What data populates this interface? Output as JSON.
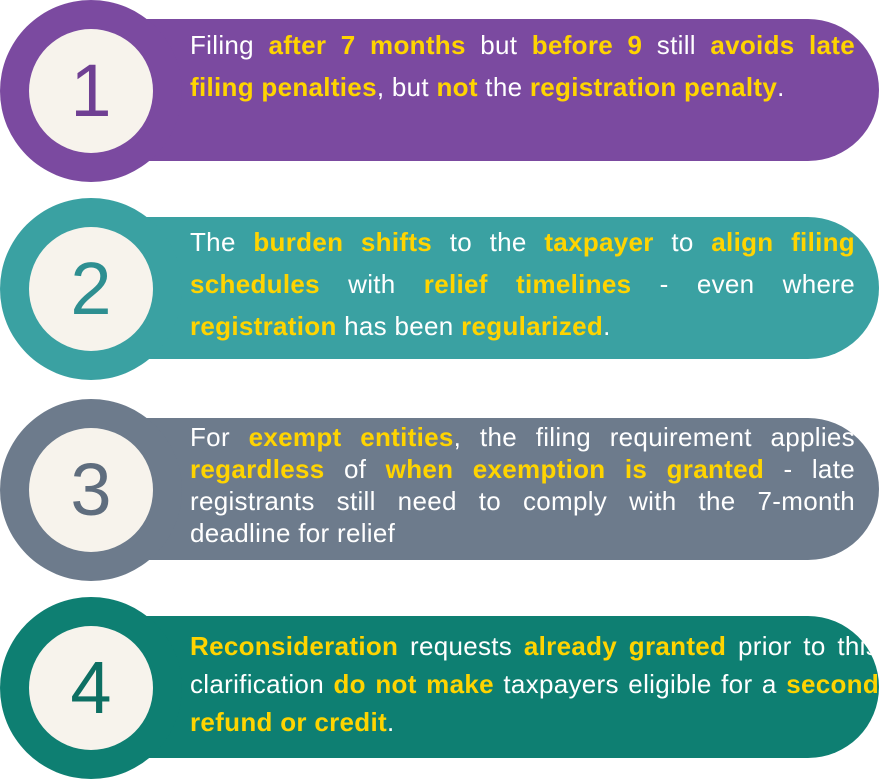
{
  "items": [
    {
      "number": "1",
      "segments": [
        {
          "t": "Filing ",
          "h": false
        },
        {
          "t": "after 7 months",
          "h": true
        },
        {
          "t": " but ",
          "h": false
        },
        {
          "t": "before 9",
          "h": true
        },
        {
          "t": " still ",
          "h": false
        },
        {
          "t": "avoids late filing penalties",
          "h": true
        },
        {
          "t": ", but ",
          "h": false
        },
        {
          "t": "not",
          "h": true
        },
        {
          "t": " the ",
          "h": false
        },
        {
          "t": "registration penalty",
          "h": true
        },
        {
          "t": ".",
          "h": false
        }
      ]
    },
    {
      "number": "2",
      "segments": [
        {
          "t": "The ",
          "h": false
        },
        {
          "t": "burden shifts",
          "h": true
        },
        {
          "t": " to the ",
          "h": false
        },
        {
          "t": "taxpayer",
          "h": true
        },
        {
          "t": " to ",
          "h": false
        },
        {
          "t": "align filing schedules",
          "h": true
        },
        {
          "t": " with ",
          "h": false
        },
        {
          "t": "relief timelines",
          "h": true
        },
        {
          "t": " - even where ",
          "h": false
        },
        {
          "t": "registration",
          "h": true
        },
        {
          "t": " has been ",
          "h": false
        },
        {
          "t": "regularized",
          "h": true
        },
        {
          "t": ".",
          "h": false
        }
      ]
    },
    {
      "number": "3",
      "segments": [
        {
          "t": "For ",
          "h": false
        },
        {
          "t": "exempt entities",
          "h": true
        },
        {
          "t": ", the filing requirement applies ",
          "h": false
        },
        {
          "t": "regardless",
          "h": true
        },
        {
          "t": " of ",
          "h": false
        },
        {
          "t": "when exemption is granted",
          "h": true
        },
        {
          "t": " - late registrants still need to comply with the 7-month deadline for relief",
          "h": false
        }
      ]
    },
    {
      "number": "4",
      "segments": [
        {
          "t": "Reconsideration",
          "h": true
        },
        {
          "t": " requests ",
          "h": false
        },
        {
          "t": "already granted",
          "h": true
        },
        {
          "t": " prior to this clarification ",
          "h": false
        },
        {
          "t": "do not make",
          "h": true
        },
        {
          "t": " taxpayers eligible for a ",
          "h": false
        },
        {
          "t": "second refund or credit",
          "h": true
        },
        {
          "t": ".",
          "h": false
        }
      ]
    }
  ]
}
